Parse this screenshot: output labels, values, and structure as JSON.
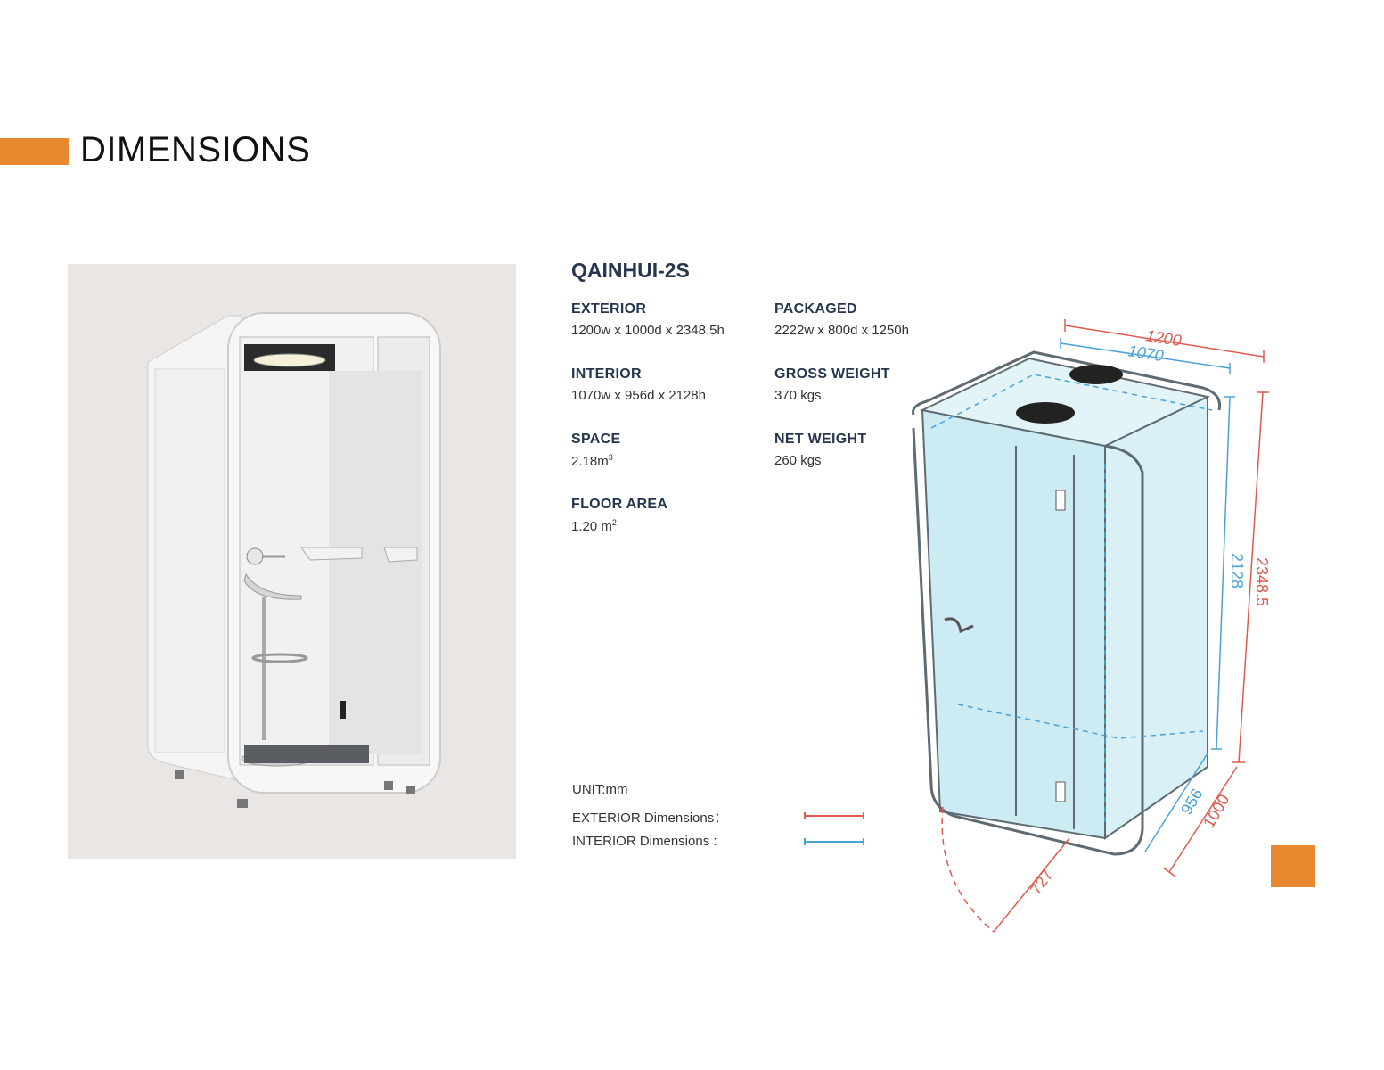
{
  "page": {
    "title": "DIMENSIONS"
  },
  "product": {
    "model": "QAINHUI-2S",
    "specs": {
      "exterior": {
        "label": "EXTERIOR",
        "value": "1200w x 1000d x 2348.5h"
      },
      "interior": {
        "label": "INTERIOR",
        "value": "1070w x 956d x 2128h"
      },
      "space": {
        "label": "SPACE",
        "value": "2.18m",
        "unit_sup": "3"
      },
      "floor_area": {
        "label": "FLOOR AREA",
        "value": "1.20 m",
        "unit_sup": "2"
      },
      "packaged": {
        "label": "PACKAGED",
        "value": "2222w x 800d x 1250h"
      },
      "gross_weight": {
        "label": "GROSS WEIGHT",
        "value": "370 kgs"
      },
      "net_weight": {
        "label": "NET WEIGHT",
        "value": "260 kgs"
      }
    }
  },
  "legend": {
    "unit": "UNIT:mm",
    "exterior": "EXTERIOR Dimensions：",
    "interior": "INTERIOR Dimensions :",
    "exterior_color": "#e05a4e",
    "interior_color": "#4aa3d8"
  },
  "drawing": {
    "dim_width_ext": "1200",
    "dim_width_int": "1070",
    "dim_height_int": "2128",
    "dim_height_ext": "2348.5",
    "dim_depth_int": "956",
    "dim_depth_ext": "1000",
    "dim_door": "727"
  },
  "colors": {
    "accent": "#e8892f",
    "heading": "#26364e",
    "glass": "#cdebf3"
  }
}
